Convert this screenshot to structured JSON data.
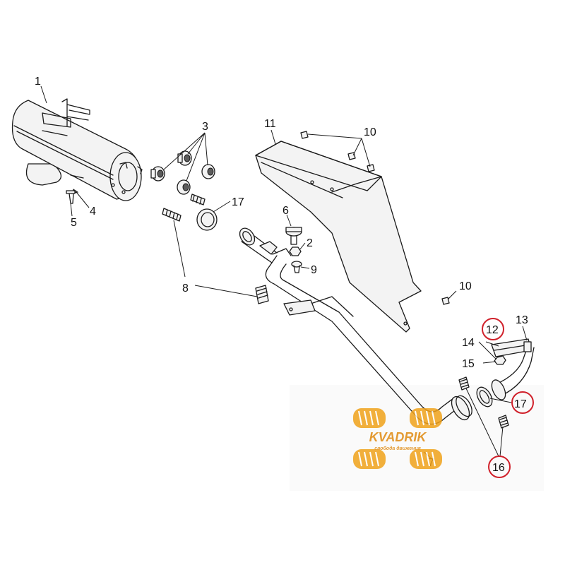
{
  "diagram": {
    "callouts": [
      "1",
      "2",
      "3",
      "4",
      "5",
      "6",
      "7",
      "8",
      "9",
      "10",
      "10",
      "11",
      "12",
      "13",
      "14",
      "15",
      "16",
      "17",
      "17"
    ],
    "highlighted_callouts": [
      "12",
      "17",
      "16"
    ],
    "highlight_color": "#d0202a"
  },
  "watermark": {
    "brand": "KVADRIK",
    "tagline": "свобода движения",
    "color": "#f0a21a"
  }
}
